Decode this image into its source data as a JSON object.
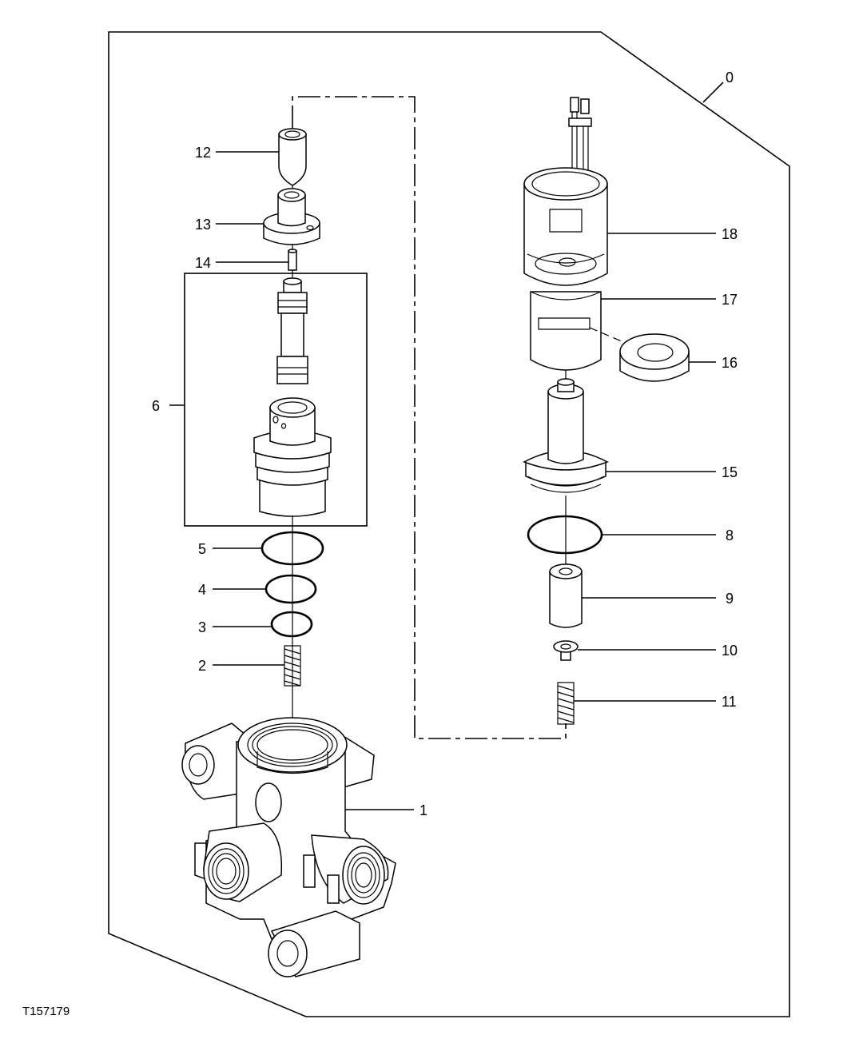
{
  "figure_code": "T157179",
  "callouts": [
    {
      "id": "0",
      "text": "0"
    },
    {
      "id": "1",
      "text": "1"
    },
    {
      "id": "2",
      "text": "2"
    },
    {
      "id": "3",
      "text": "3"
    },
    {
      "id": "4",
      "text": "4"
    },
    {
      "id": "5",
      "text": "5"
    },
    {
      "id": "6",
      "text": "6"
    },
    {
      "id": "8",
      "text": "8"
    },
    {
      "id": "9",
      "text": "9"
    },
    {
      "id": "10",
      "text": "10"
    },
    {
      "id": "11",
      "text": "11"
    },
    {
      "id": "12",
      "text": "12"
    },
    {
      "id": "13",
      "text": "13"
    },
    {
      "id": "14",
      "text": "14"
    },
    {
      "id": "15",
      "text": "15"
    },
    {
      "id": "16",
      "text": "16"
    },
    {
      "id": "17",
      "text": "17"
    },
    {
      "id": "18",
      "text": "18"
    }
  ]
}
